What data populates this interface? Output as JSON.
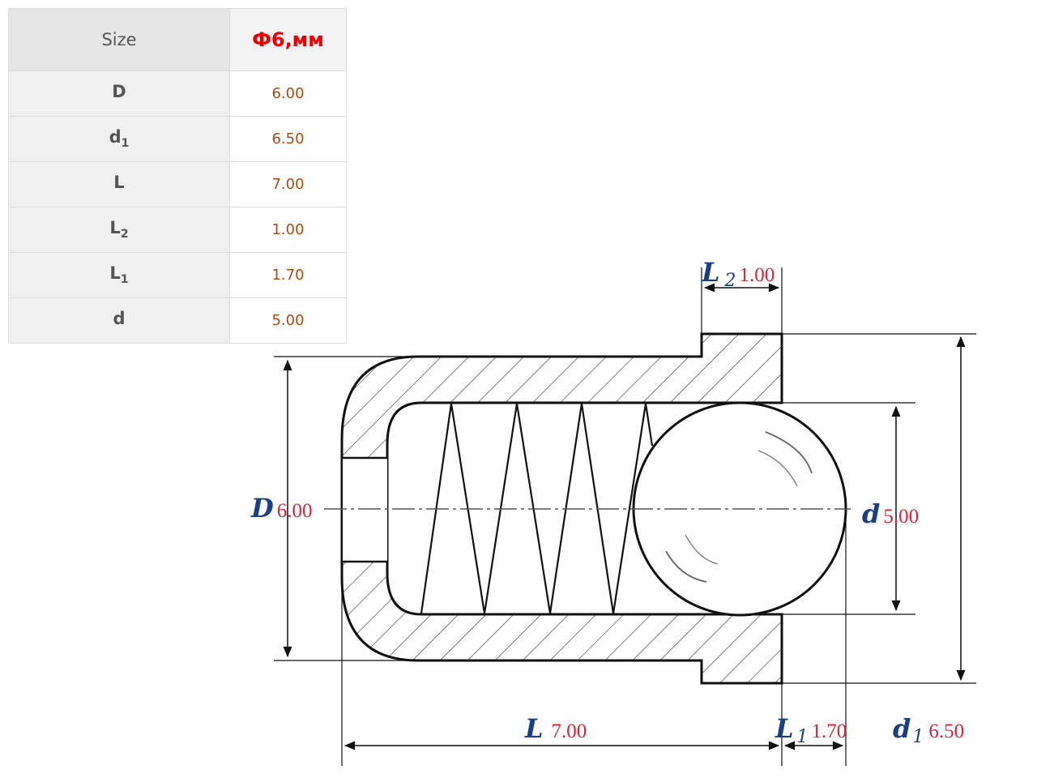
{
  "table": {
    "header": {
      "label": "Size",
      "value": "Ф6,мм"
    },
    "rows": [
      {
        "symbol": "D",
        "sub": "",
        "value": "6.00"
      },
      {
        "symbol": "d",
        "sub": "1",
        "value": "6.50"
      },
      {
        "symbol": "L",
        "sub": "",
        "value": "7.00"
      },
      {
        "symbol": "L",
        "sub": "2",
        "value": "1.00"
      },
      {
        "symbol": "L",
        "sub": "1",
        "value": "1.70"
      },
      {
        "symbol": "d",
        "sub": "",
        "value": "5.00"
      }
    ]
  },
  "drawing": {
    "D": {
      "symbol": "D",
      "sub": "",
      "value": "6.00"
    },
    "d": {
      "symbol": "d",
      "sub": "",
      "value": "5.00"
    },
    "L": {
      "symbol": "L",
      "sub": "",
      "value": "7.00"
    },
    "L1": {
      "symbol": "L",
      "sub": "1",
      "value": "1.70"
    },
    "L2": {
      "symbol": "L",
      "sub": "2",
      "value": "1.00"
    },
    "d1": {
      "symbol": "d",
      "sub": "1",
      "value": "6.50"
    }
  },
  "colors": {
    "dimension_letter": "#1a3f86",
    "dimension_value": "#d8243c",
    "header_value": "#ee0000",
    "table_value": "#b04a0c"
  }
}
